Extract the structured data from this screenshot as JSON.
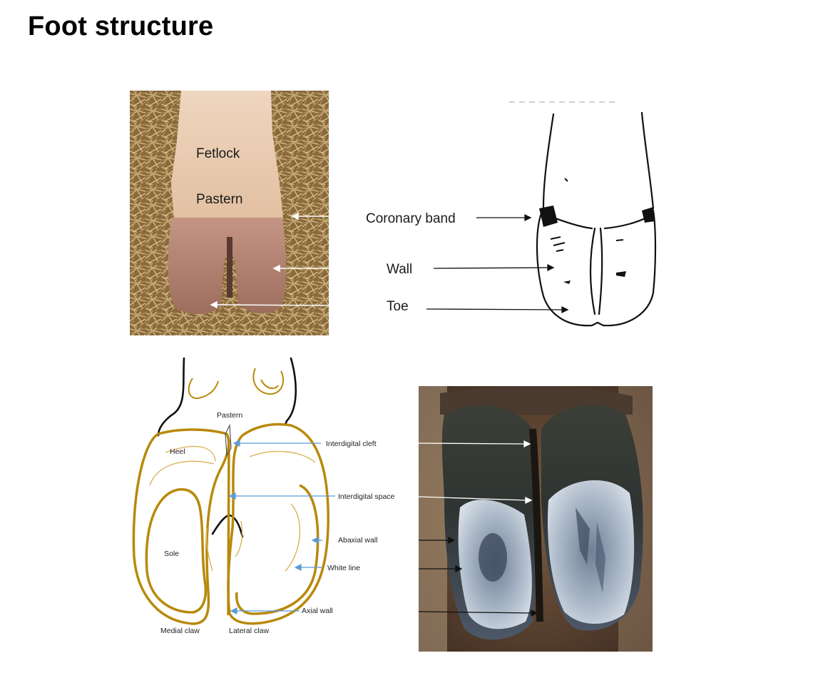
{
  "page": {
    "title": "Foot structure"
  },
  "front_photo": {
    "labels": {
      "fetlock": "Fetlock",
      "pastern": "Pastern"
    }
  },
  "front_sketch": {
    "labels": {
      "coronary_band": "Coronary band",
      "wall": "Wall",
      "toe": "Toe"
    }
  },
  "sole_diagram": {
    "labels": {
      "pastern": "Pastern",
      "heel": "Heel",
      "sole": "Sole",
      "medial_claw": "Medial claw",
      "lateral_claw": "Lateral claw",
      "interdigital_cleft": "Interdigital cleft",
      "interdigital_space": "Interdigital space",
      "abaxial_wall": "Abaxial wall",
      "white_line": "White line",
      "axial_wall": "Axial wall"
    },
    "colors": {
      "outline": "#b8890b",
      "inner_line": "#d9b45a",
      "pointer": "#5b9bd5"
    }
  },
  "sole_photo": {}
}
